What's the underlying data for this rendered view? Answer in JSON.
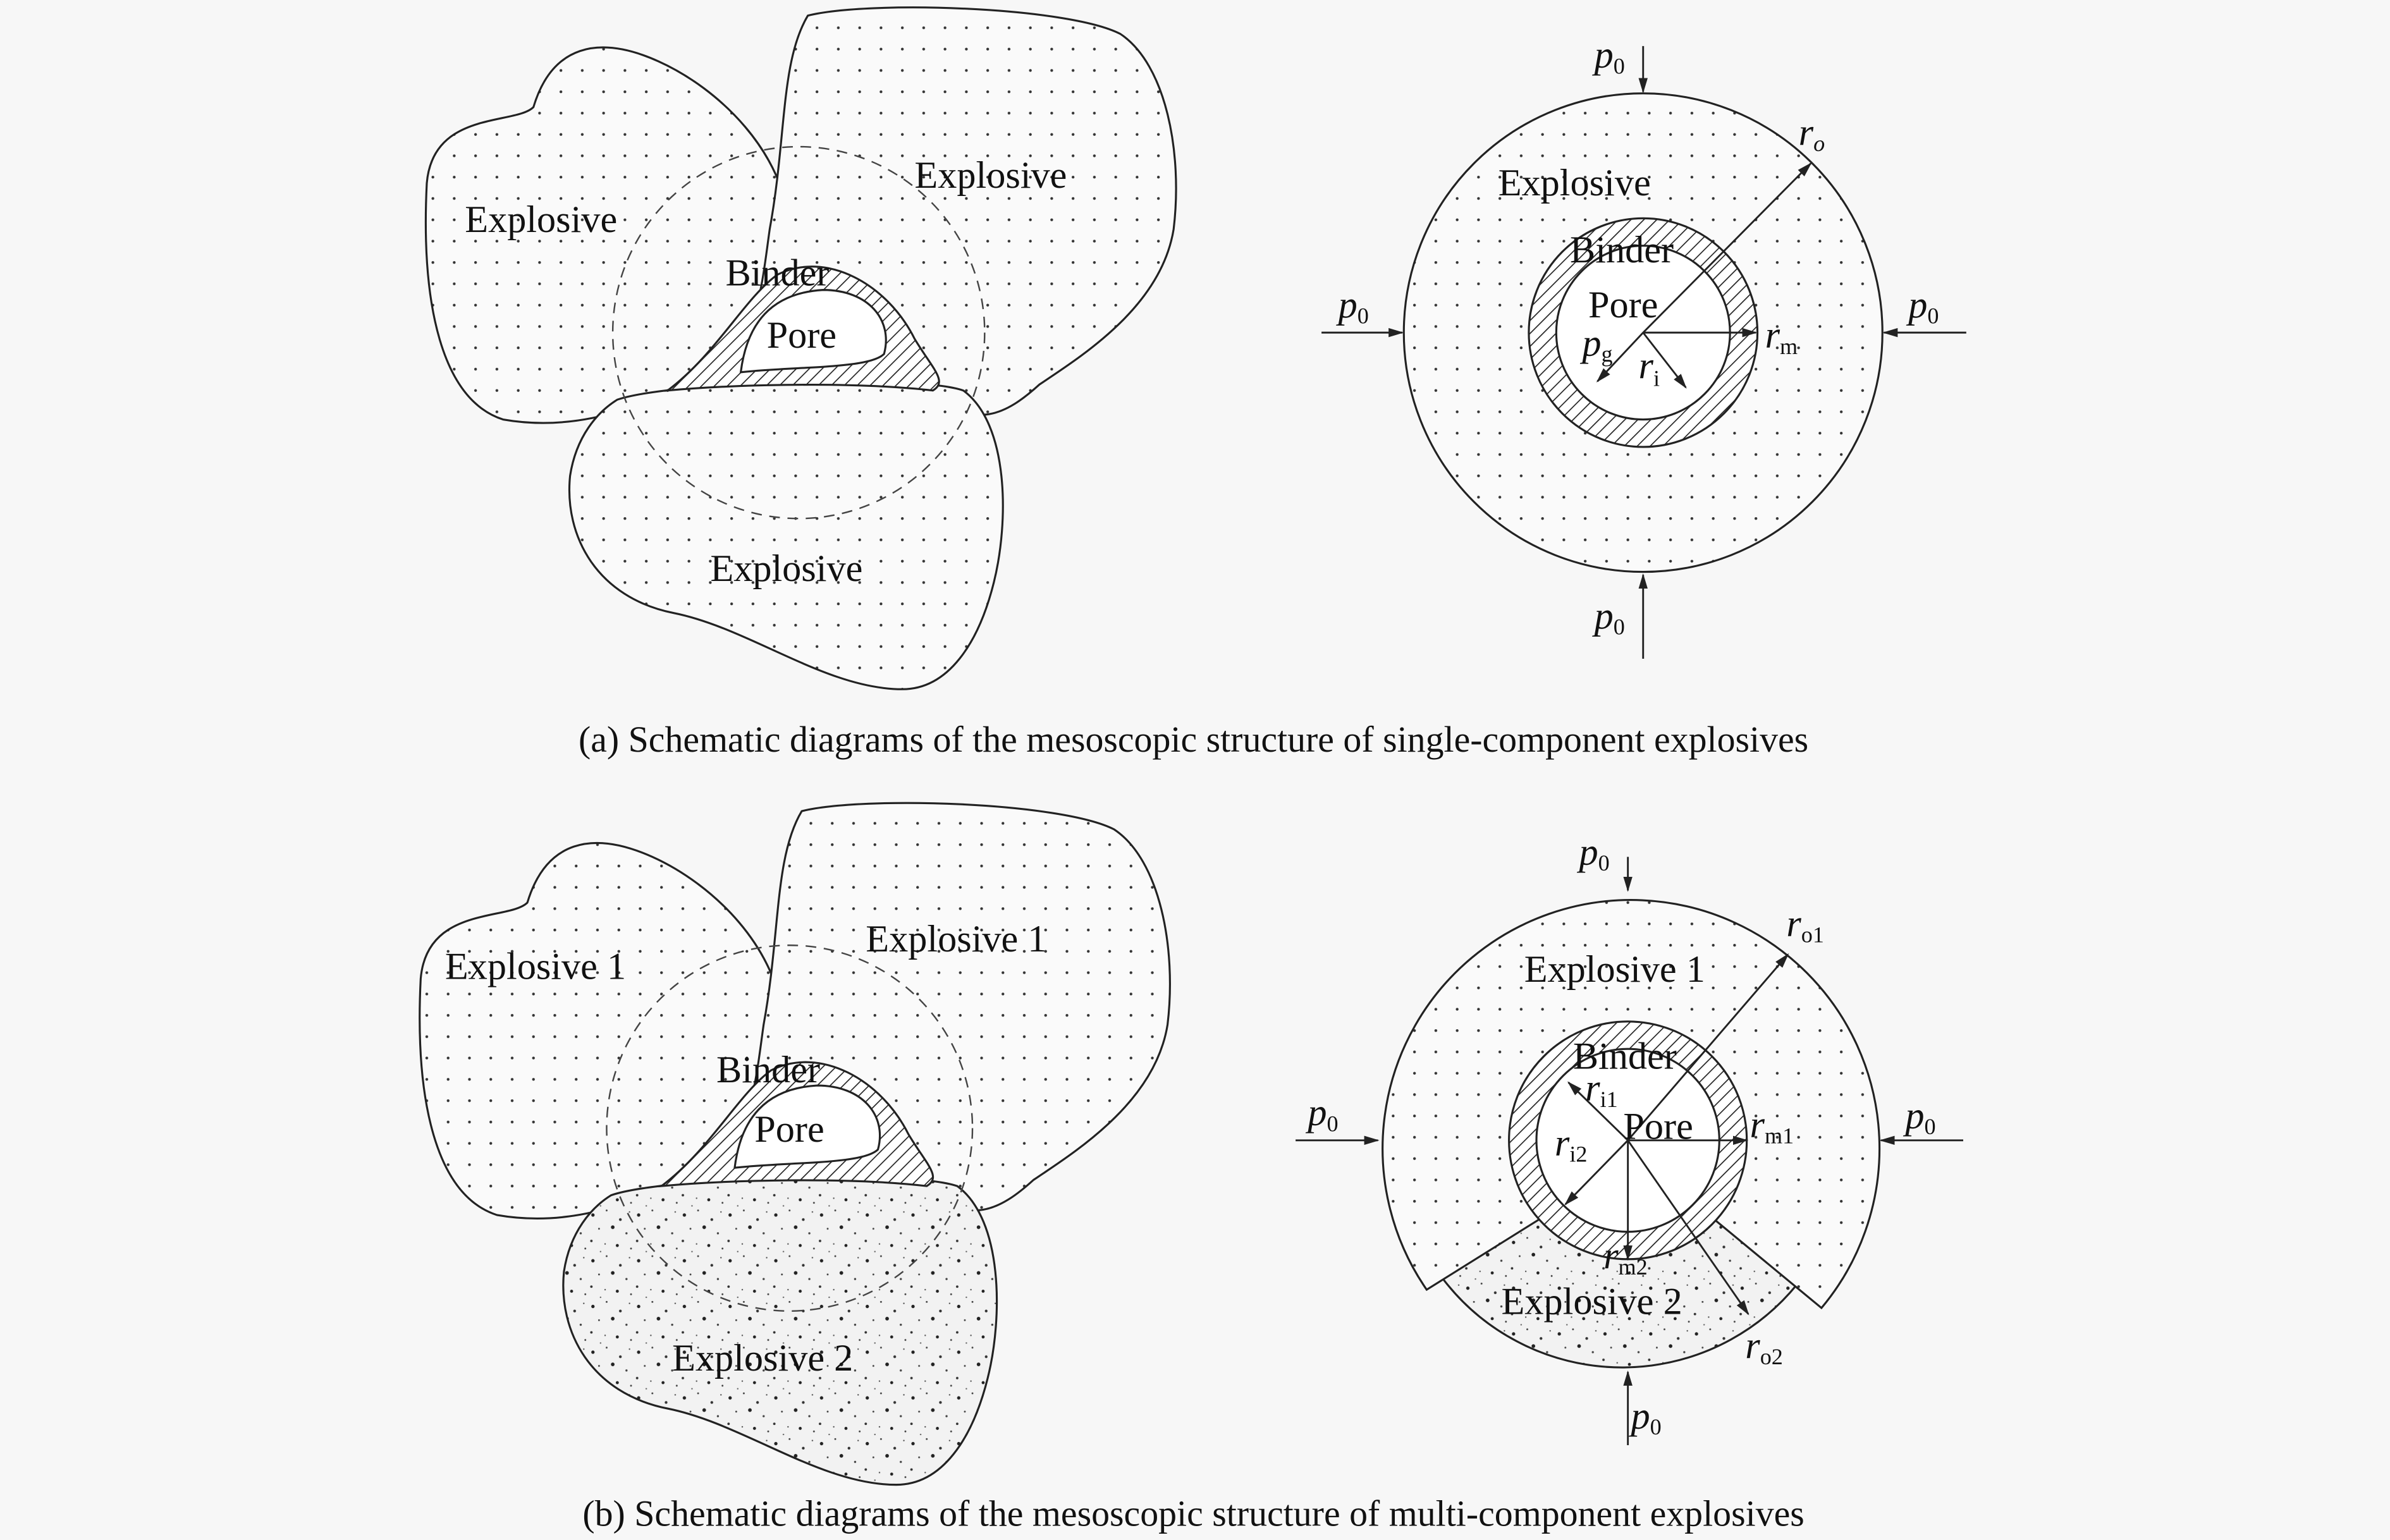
{
  "panel_a": {
    "caption": "(a) Schematic diagrams of the mesoscopic structure of single-component explosives",
    "left": {
      "explosive_left": "Explosive",
      "explosive_right": "Explosive",
      "explosive_bottom": "Explosive",
      "binder": "Binder",
      "pore": "Pore"
    },
    "right": {
      "explosive": "Explosive",
      "binder": "Binder",
      "pore": "Pore",
      "p0": {
        "base": "p",
        "sub": "0"
      },
      "r_o": {
        "base": "r",
        "sub": "o"
      },
      "r_m": {
        "base": "r",
        "sub": "m"
      },
      "r_i": {
        "base": "r",
        "sub": "i"
      },
      "p_g": {
        "base": "p",
        "sub": "g"
      }
    }
  },
  "panel_b": {
    "caption": "(b) Schematic diagrams of the mesoscopic structure of multi-component explosives",
    "left": {
      "explosive_left": "Explosive 1",
      "explosive_right": "Explosive 1",
      "explosive_bottom": "Explosive 2",
      "binder": "Binder",
      "pore": "Pore"
    },
    "right": {
      "explosive1": "Explosive 1",
      "explosive2": "Explosive 2",
      "binder": "Binder",
      "pore": "Pore",
      "p0": {
        "base": "p",
        "sub": "0"
      },
      "r_o1": {
        "base": "r",
        "sub": "o1"
      },
      "r_o2": {
        "base": "r",
        "sub": "o2"
      },
      "r_m1": {
        "base": "r",
        "sub": "m1"
      },
      "r_m2": {
        "base": "r",
        "sub": "m2"
      },
      "r_i1": {
        "base": "r",
        "sub": "i1"
      },
      "r_i2": {
        "base": "r",
        "sub": "i2"
      }
    }
  }
}
